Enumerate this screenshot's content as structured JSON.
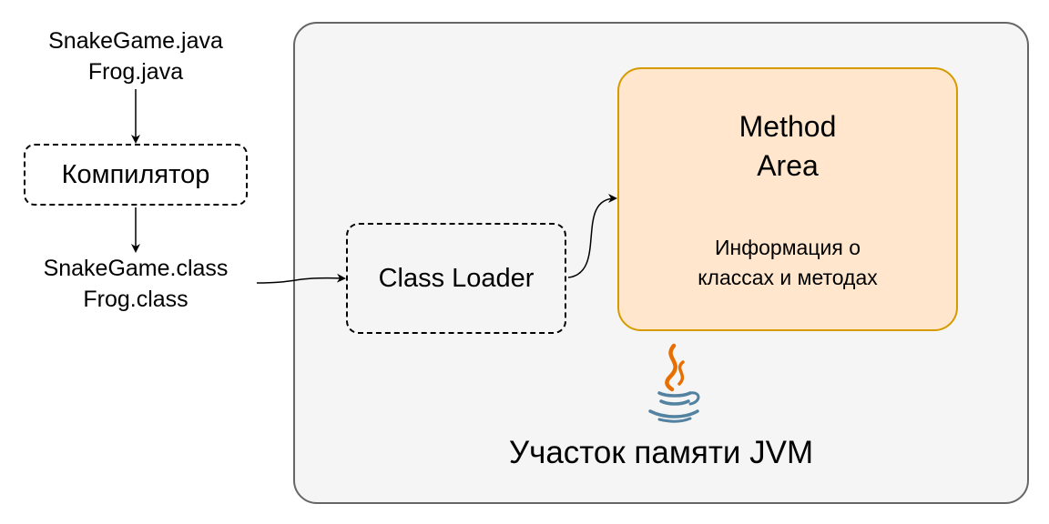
{
  "source_files": [
    "SnakeGame.java",
    "Frog.java"
  ],
  "compiler": {
    "label": "Компилятор"
  },
  "class_files": [
    "SnakeGame.class",
    "Frog.class"
  ],
  "class_loader": {
    "label": "Class Loader"
  },
  "method_area": {
    "title_lines": [
      "Method",
      "Area"
    ],
    "description_lines": [
      "Информация о",
      "классах и методах"
    ]
  },
  "jvm": {
    "label": "Участок памяти JVM",
    "logo_icon": "java-coffee-cup-icon"
  },
  "colors": {
    "jvm_fill": "#f5f5f5",
    "jvm_border": "#666666",
    "method_area_fill": "#ffe6cc",
    "method_area_border": "#d79b00",
    "java_red": "#e76f00",
    "java_blue": "#5382a1"
  }
}
